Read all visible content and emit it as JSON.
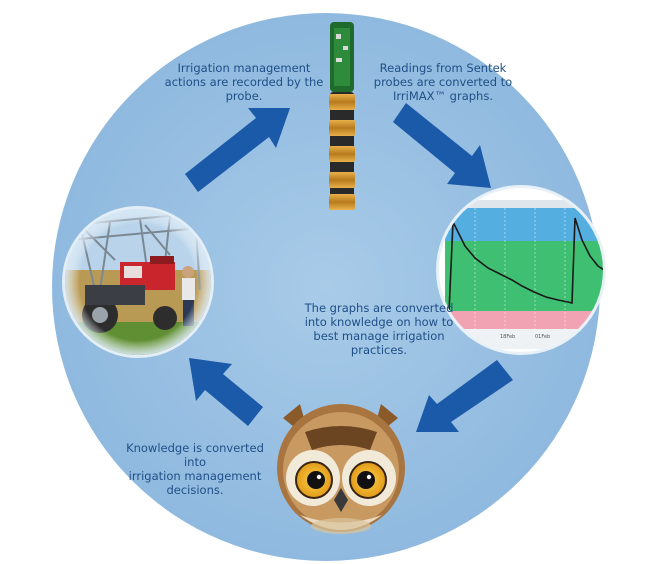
{
  "captions": {
    "probe_record": "Irrigation management\nactions are recorded by the\nprobe.",
    "readings_converted": "Readings from Sentek\nprobes are converted to\nIrriMAX™ graphs.",
    "graphs_knowledge": "The graphs are converted\ninto knowledge on how to\nbest manage irrigation\npractices.",
    "knowledge_decisions": "Knowledge is converted\ninto\nirrigation management\ndecisions."
  },
  "colors": {
    "circle_fill": "#9ec4e4",
    "arrow": "#1b5aa8",
    "text": "#1f4f86",
    "graph_blue_zone": "#54aee0",
    "graph_green_zone": "#3fbf72",
    "graph_pink_zone": "#f2a3b3"
  },
  "icons": [
    "soil-probe-icon",
    "irrigation-machine-photo",
    "irrimax-graph-image",
    "owl-image"
  ]
}
